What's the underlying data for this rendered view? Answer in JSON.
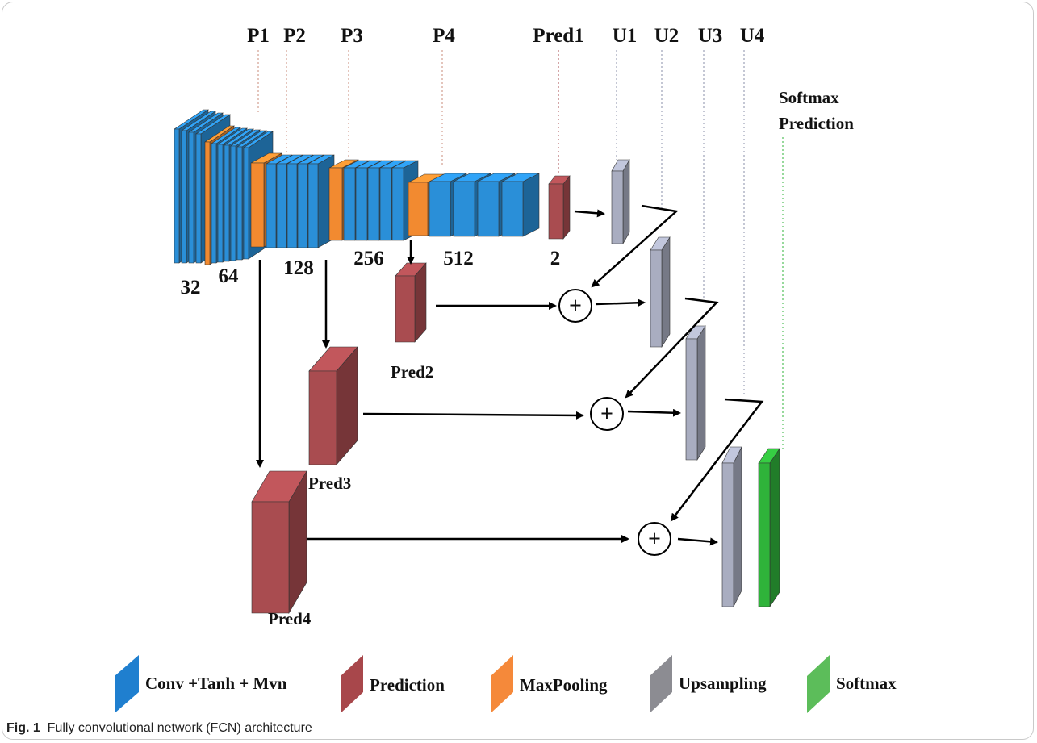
{
  "figure": {
    "caption_number": "Fig. 1",
    "caption_text": "Fully convolutional network (FCN) architecture"
  },
  "labels": {
    "stages": [
      "P1",
      "P2",
      "P3",
      "P4",
      "Pred1",
      "U1",
      "U2",
      "U3",
      "U4"
    ],
    "softmax_prediction": [
      "Softmax",
      "Prediction"
    ],
    "channels": [
      "32",
      "64",
      "128",
      "256",
      "512",
      "2"
    ],
    "preds": [
      "Pred2",
      "Pred3",
      "Pred4"
    ],
    "plus": "+"
  },
  "legend": [
    {
      "label": "Conv +Tanh + Mvn",
      "color": "#1f7fcf"
    },
    {
      "label": "Prediction",
      "color": "#a8474b"
    },
    {
      "label": "MaxPooling",
      "color": "#f5893a"
    },
    {
      "label": "Upsampling",
      "color": "#8c8c92"
    },
    {
      "label": "Softmax",
      "color": "#5cbd5a"
    }
  ],
  "colors": {
    "conv": "#2a8fd8",
    "pool": "#f28a30",
    "pred": "#a94c50",
    "upsample": "#a9adc0",
    "softmax": "#2fb33a",
    "dotted_guide": "#c98b7a"
  }
}
